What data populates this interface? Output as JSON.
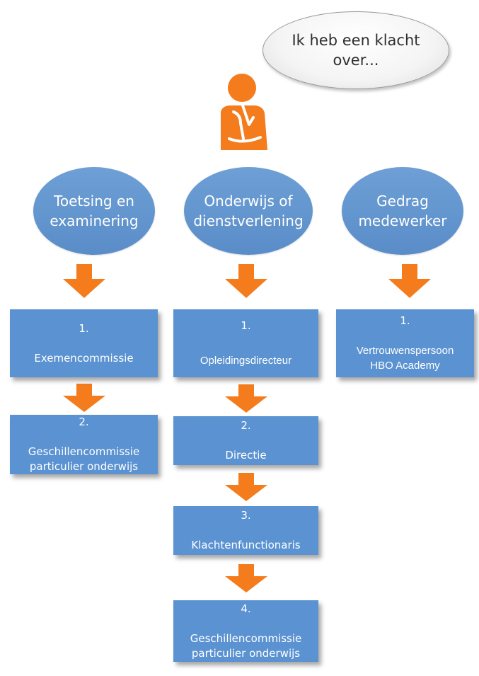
{
  "speech_bubble": {
    "text": "Ik heb een klacht\nover..."
  },
  "colors": {
    "ellipse": "#5b8fcb",
    "box": "#5b92d1",
    "arrow": "#f47c1c",
    "person": "#f47c1c"
  },
  "columns": [
    {
      "category": "Toetsing en\nexaminering",
      "steps": [
        {
          "num": "1.",
          "text": "Exemencommissie"
        },
        {
          "num": "2.",
          "text": "Geschillencommissie\nparticulier onderwijs"
        }
      ]
    },
    {
      "category": "Onderwijs of\ndienstverlening",
      "steps": [
        {
          "num": "1.",
          "text": "Opleidingsdirecteur"
        },
        {
          "num": "2.",
          "text": "Directie"
        },
        {
          "num": "3.",
          "text": "Klachtenfunctionaris"
        },
        {
          "num": "4.",
          "text": "Geschillencommissie\nparticulier onderwijs"
        }
      ]
    },
    {
      "category": "Gedrag\nmedewerker",
      "steps": [
        {
          "num": "1.",
          "text": "Vertrouwenspersoon\nHBO Academy"
        }
      ]
    }
  ]
}
